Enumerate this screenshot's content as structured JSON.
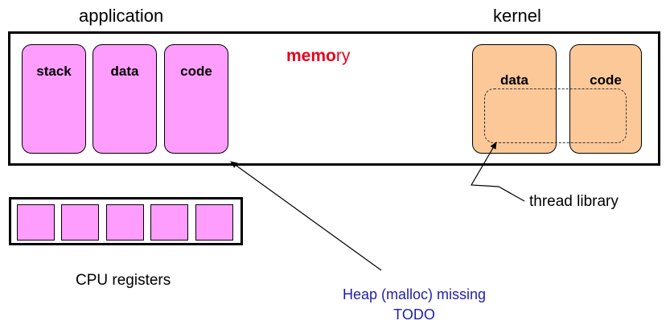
{
  "labels": {
    "application": "application",
    "kernel": "kernel",
    "memory_bold": "memo",
    "memory_rest": "ry",
    "cpu_registers": "CPU registers",
    "thread_library": "thread library"
  },
  "app_segments": [
    {
      "label": "stack"
    },
    {
      "label": "data"
    },
    {
      "label": "code"
    }
  ],
  "kernel_segments": [
    {
      "label": "data"
    },
    {
      "label": "code"
    }
  ],
  "registers_count": 5,
  "note": {
    "line1": "Heap (malloc) missing",
    "line2": "TODO"
  },
  "colors": {
    "app_segment_fill": "#ff9dff",
    "kernel_segment_fill": "#fcc898",
    "memory_label": "#e8001c",
    "note_text": "#1f1fa8"
  }
}
